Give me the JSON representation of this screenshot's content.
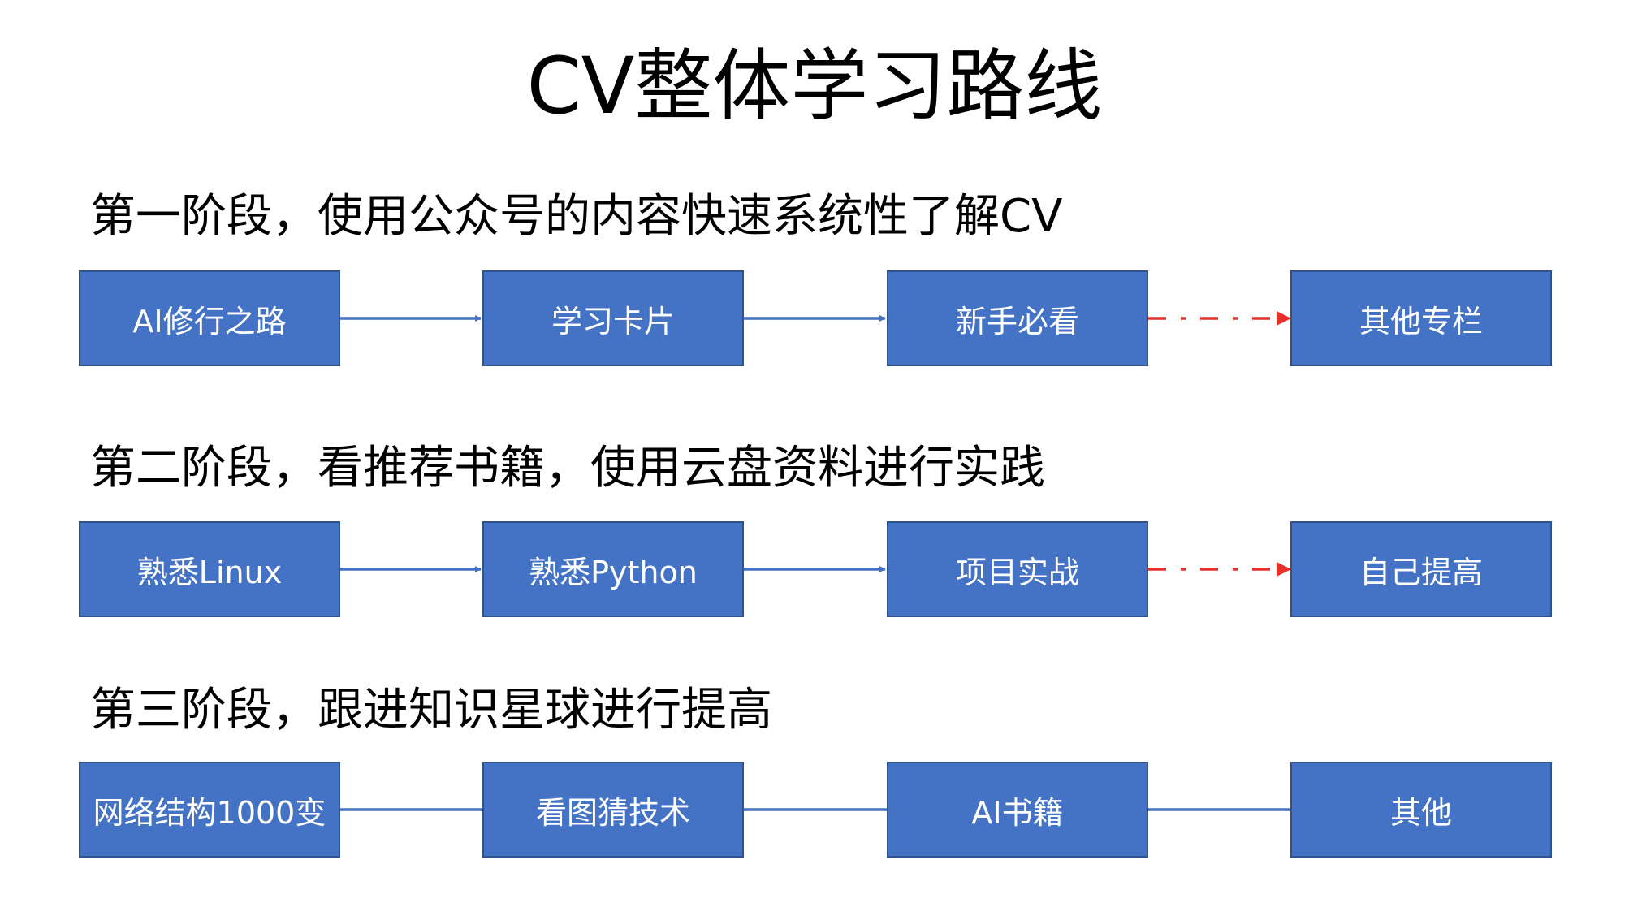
{
  "title": "CV整体学习路线",
  "colors": {
    "box_fill": "#4472c4",
    "box_border": "#2f528f",
    "solid_arrow": "#4472c4",
    "dashed_arrow": "#e8302a"
  },
  "stages": [
    {
      "heading": "第一阶段，使用公众号的内容快速系统性了解CV",
      "steps": [
        "AI修行之路",
        "学习卡片",
        "新手必看",
        "其他专栏"
      ],
      "connectors": [
        "solid-arrow",
        "solid-arrow",
        "dashed-arrow"
      ]
    },
    {
      "heading": "第二阶段，看推荐书籍，使用云盘资料进行实践",
      "steps": [
        "熟悉Linux",
        "熟悉Python",
        "项目实战",
        "自己提高"
      ],
      "connectors": [
        "solid-arrow",
        "solid-arrow",
        "dashed-arrow"
      ]
    },
    {
      "heading": "第三阶段，跟进知识星球进行提高",
      "steps": [
        "网络结构1000变",
        "看图猜技术",
        "AI书籍",
        "其他"
      ],
      "connectors": [
        "solid-line",
        "solid-line",
        "solid-line"
      ]
    }
  ]
}
